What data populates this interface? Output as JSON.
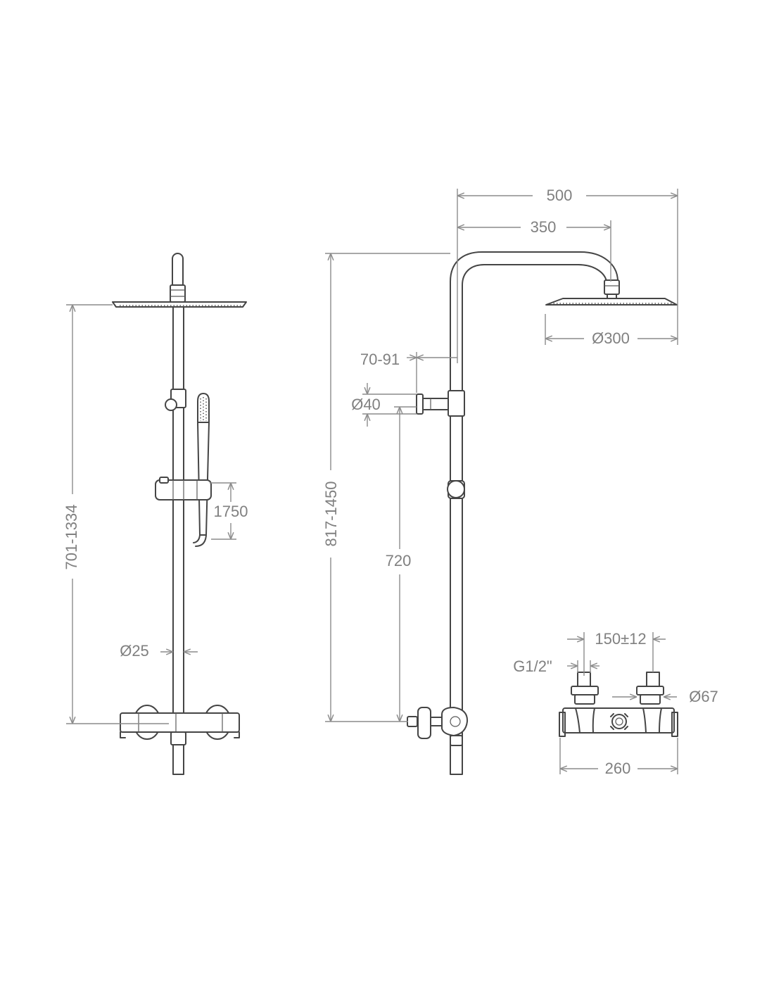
{
  "front_view": {
    "height_range": "701-1334",
    "hand_shower_length": "1750",
    "pipe_diameter": "Ø25"
  },
  "side_view": {
    "total_reach": "500",
    "arm_reach": "350",
    "head_diameter": "Ø300",
    "bracket_offset": "70-91",
    "bracket_diameter": "Ø40",
    "bracket_height": "720",
    "height_range": "817-1450"
  },
  "mixer_detail": {
    "inlet_spacing": "150±12",
    "inlet_thread": "G1/2\"",
    "inlet_diameter": "Ø67",
    "body_length": "260"
  }
}
